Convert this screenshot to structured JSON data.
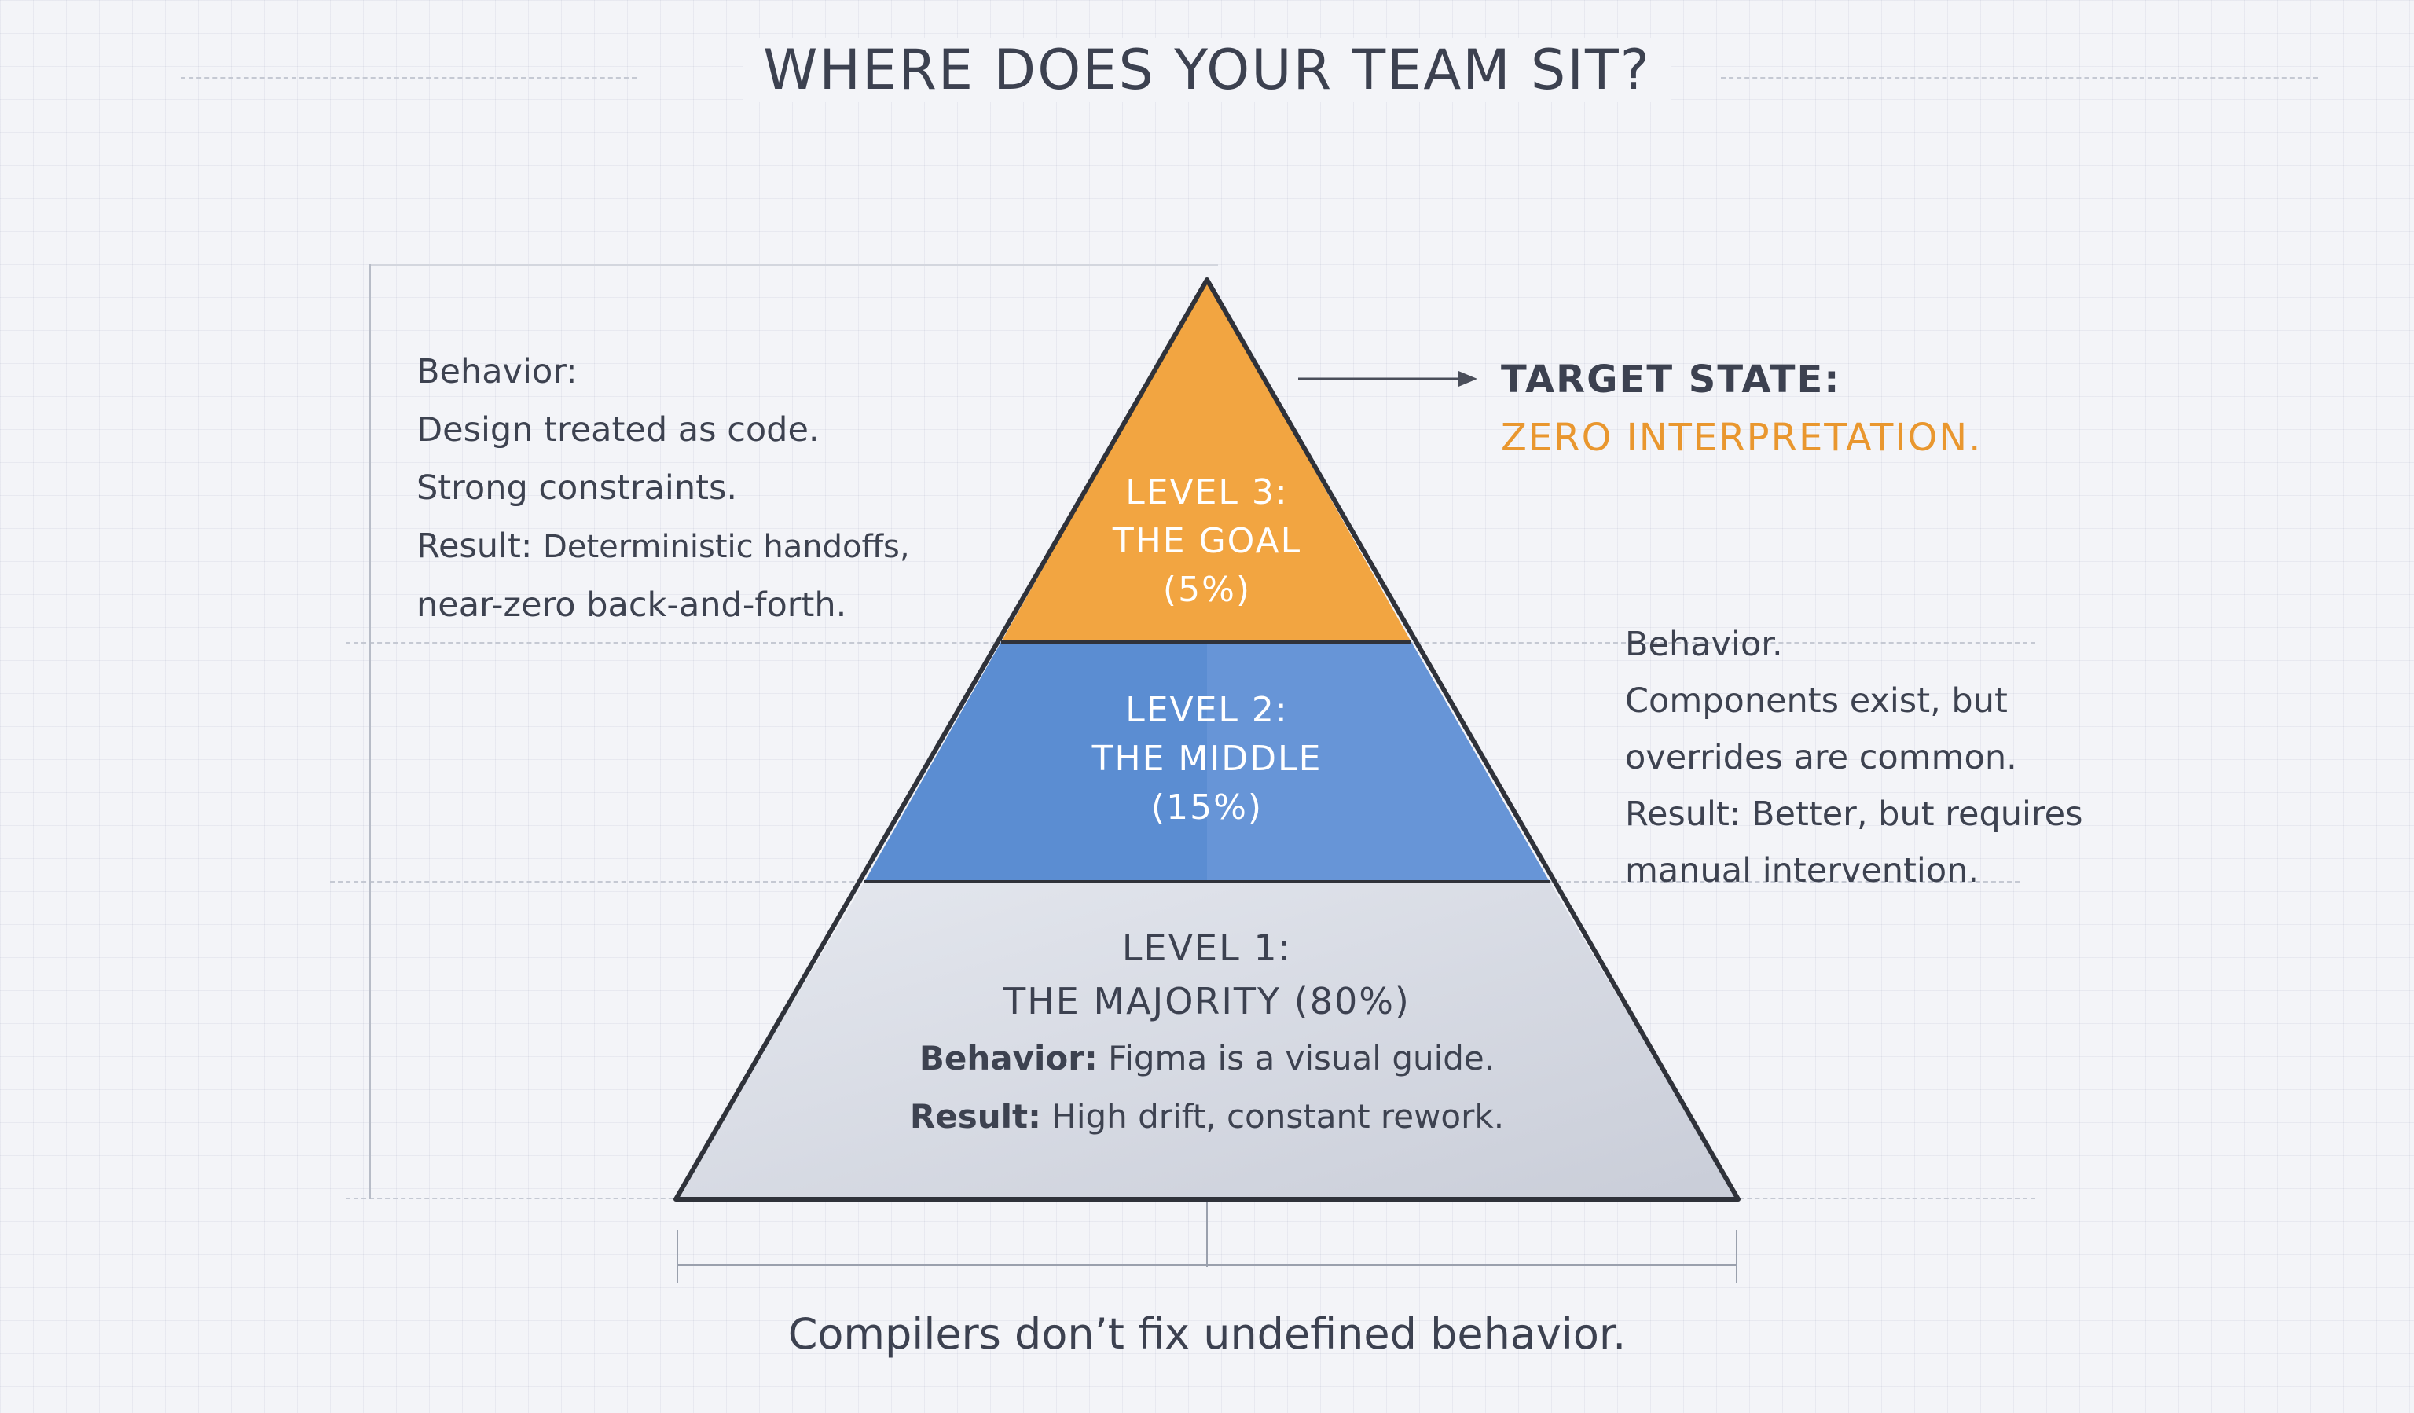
{
  "title": "WHERE DOES YOUR TEAM SIT?",
  "left_note": {
    "line1": "Behavior:",
    "line2": "Design treated as code.",
    "line3": "Strong constraints.",
    "result_label": "Result:",
    "result_text": "Deterministic handoffs,",
    "line5": "near-zero back-and-forth."
  },
  "target": {
    "heading": "TARGET STATE:",
    "value": "ZERO INTERPRETATION."
  },
  "right_note": {
    "line1": "Behavior.",
    "line2": "Components exist, but",
    "line3": "overrides are common.",
    "result_label": "Result:",
    "result_text": "Better, but requires",
    "line5": "manual intervention."
  },
  "levels": {
    "level3": {
      "name": "LEVEL 3:",
      "title": "THE GOAL",
      "share": "(5%)"
    },
    "level2": {
      "name": "LEVEL 2:",
      "title": "THE MIDDLE",
      "share": "(15%)"
    },
    "level1": {
      "name": "LEVEL 1:",
      "title": "THE MAJORITY (80%)",
      "behavior_label": "Behavior:",
      "behavior_text": "Figma is a visual guide.",
      "result_label": "Result:",
      "result_text": "High drift, constant rework."
    }
  },
  "caption": "Compilers don’t fix undefined behavior.",
  "colors": {
    "level3": "#f2a541",
    "level2": "#5b8dd2",
    "level1": "#dcdfe7",
    "accent": "#e9972f",
    "outline": "#2f323a"
  }
}
